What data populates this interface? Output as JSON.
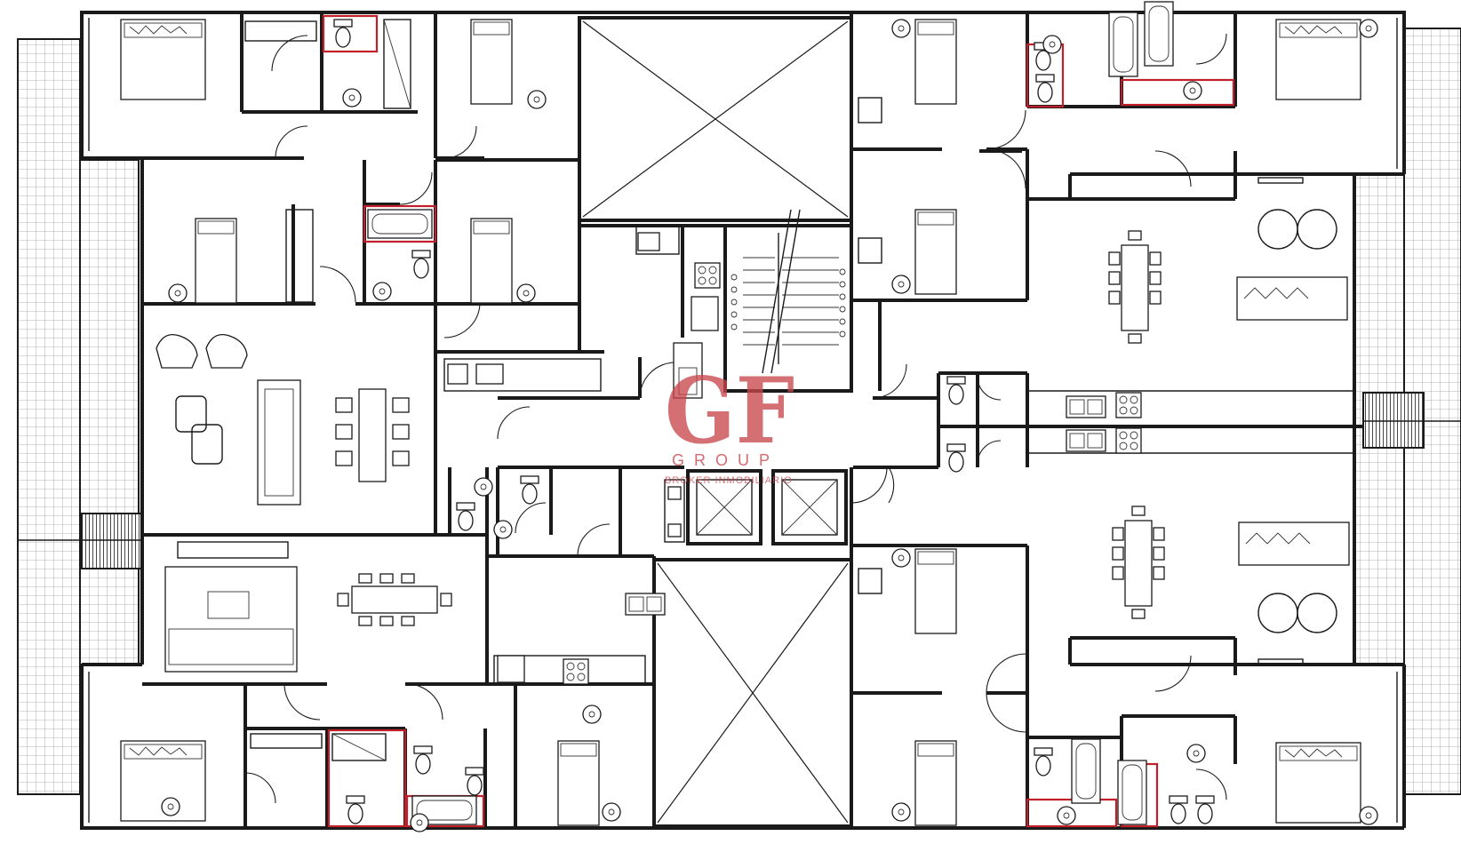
{
  "watermark": {
    "monogram": "GF",
    "brand": "GROUP",
    "subtitle": "BROKER INMOBILIARIO",
    "color": "#c8474d"
  },
  "plan": {
    "type": "architectural-floor-plan",
    "units_shown": 4,
    "accent_color": "#c0202a",
    "wall_color": "#1a1a1a"
  }
}
